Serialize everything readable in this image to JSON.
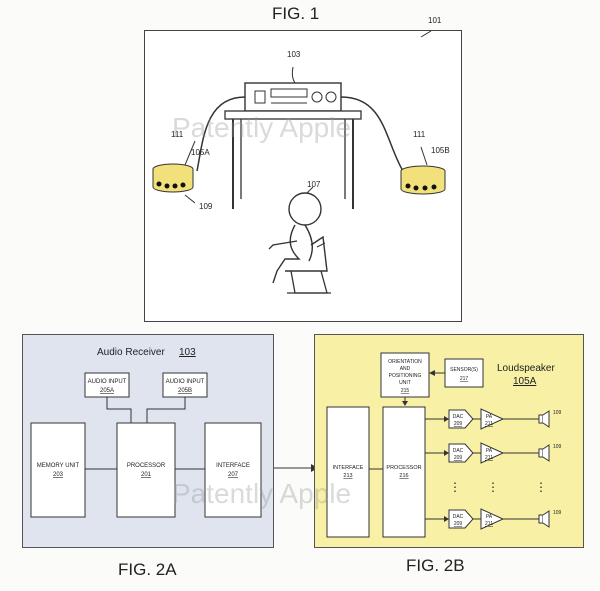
{
  "fig1": {
    "caption": "FIG. 1",
    "label_room": "101",
    "label_receiver": "103",
    "label_speaker_ring_left": "111",
    "label_speaker_ring_right": "111",
    "label_speaker_left": "105A",
    "label_speaker_right": "105B",
    "label_listener": "107",
    "label_base": "109"
  },
  "fig2a": {
    "caption": "FIG. 2A",
    "title": "Audio Receiver",
    "title_ref": "103",
    "audio_input_a": "AUDIO INPUT",
    "audio_input_a_ref": "205A",
    "audio_input_b": "AUDIO INPUT",
    "audio_input_b_ref": "205B",
    "memory_unit": "MEMORY UNIT",
    "memory_unit_ref": "203",
    "processor": "PROCESSOR",
    "processor_ref": "201",
    "interface": "INTERFACE",
    "interface_ref": "207"
  },
  "fig2b": {
    "caption": "FIG. 2B",
    "title": "Loudspeaker",
    "title_ref": "105A",
    "orientation_l1": "ORIENTATION",
    "orientation_l2": "AND",
    "orientation_l3": "POSITIONING",
    "orientation_l4": "UNIT",
    "orientation_ref": "215",
    "sensors": "SENSOR(S)",
    "sensors_ref": "217",
    "interface": "INTERFACE",
    "interface_ref": "213",
    "processor": "PROCESSOR",
    "processor_ref": "216",
    "dac": "DAC",
    "dac_ref": "209",
    "pa": "PA",
    "pa_ref": "211",
    "driver_ref": "109",
    "dots": "⋮"
  },
  "watermark": "Patently Apple"
}
